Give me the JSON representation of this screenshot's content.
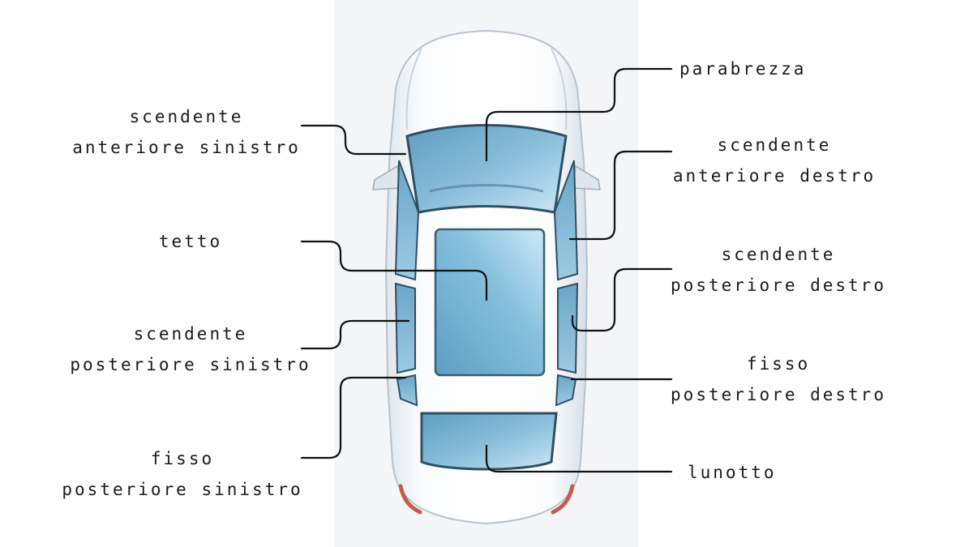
{
  "labels": {
    "parabrezza": [
      "parabrezza"
    ],
    "front_left": [
      "scendente",
      "anteriore sinistro"
    ],
    "front_right": [
      "scendente",
      "anteriore destro"
    ],
    "roof": [
      "tetto"
    ],
    "rear_right_door": [
      "scendente",
      "posteriore destro"
    ],
    "rear_left_door": [
      "scendente",
      "posteriore sinistro"
    ],
    "rear_right_fixed": [
      "fisso",
      "posteriore destro"
    ],
    "rear_left_fixed": [
      "fisso",
      "posteriore sinistro"
    ],
    "rear_window": [
      "lunotto"
    ]
  },
  "colors": {
    "glass": "#6fa9c9",
    "glass_light": "#bfe0ef",
    "body": "#f7f9fb",
    "line": "#111111"
  }
}
